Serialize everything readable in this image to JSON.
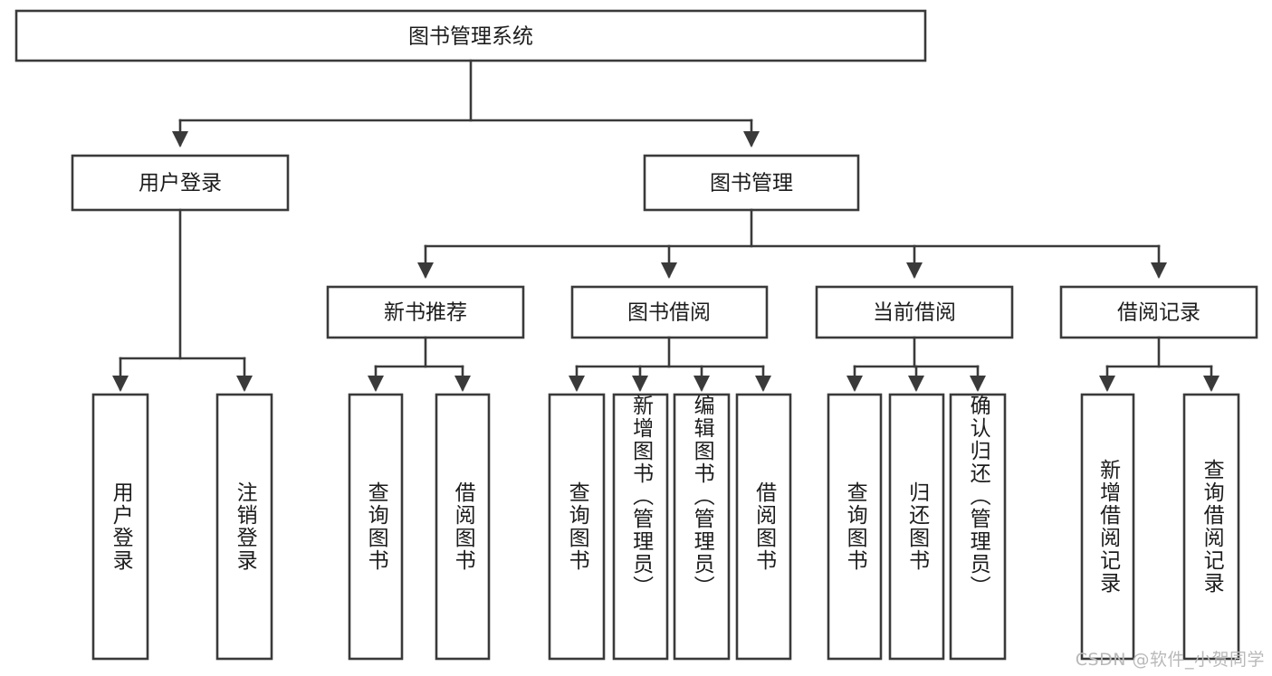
{
  "diagram": {
    "type": "tree-hierarchy",
    "title": "图书管理系统",
    "watermark": "CSDN @软件_小贺同学",
    "colors": {
      "box_stroke": "#3a3a3a",
      "box_fill": "#ffffff",
      "text": "#1c1c1c",
      "background": "#ffffff",
      "watermark": "#b9b9b9"
    },
    "levels": {
      "root": {
        "label": "图书管理系统"
      },
      "level2": [
        {
          "label": "用户登录"
        },
        {
          "label": "图书管理"
        }
      ],
      "level3": [
        {
          "label": "新书推荐"
        },
        {
          "label": "图书借阅"
        },
        {
          "label": "当前借阅"
        },
        {
          "label": "借阅记录"
        }
      ],
      "leaves": [
        {
          "label": "用户登录",
          "parent": "用户登录"
        },
        {
          "label": "注销登录",
          "parent": "用户登录"
        },
        {
          "label": "查询图书",
          "parent": "新书推荐"
        },
        {
          "label": "借阅图书",
          "parent": "新书推荐"
        },
        {
          "label": "查询图书",
          "parent": "图书借阅"
        },
        {
          "label": "新增图书（管理员）",
          "parent": "图书借阅"
        },
        {
          "label": "编辑图书（管理员）",
          "parent": "图书借阅"
        },
        {
          "label": "借阅图书",
          "parent": "图书借阅"
        },
        {
          "label": "查询图书",
          "parent": "当前借阅"
        },
        {
          "label": "归还图书",
          "parent": "当前借阅"
        },
        {
          "label": "确认归还（管理员）",
          "parent": "当前借阅"
        },
        {
          "label": "新增借阅记录",
          "parent": "借阅记录"
        },
        {
          "label": "查询借阅记录",
          "parent": "借阅记录"
        }
      ]
    }
  }
}
